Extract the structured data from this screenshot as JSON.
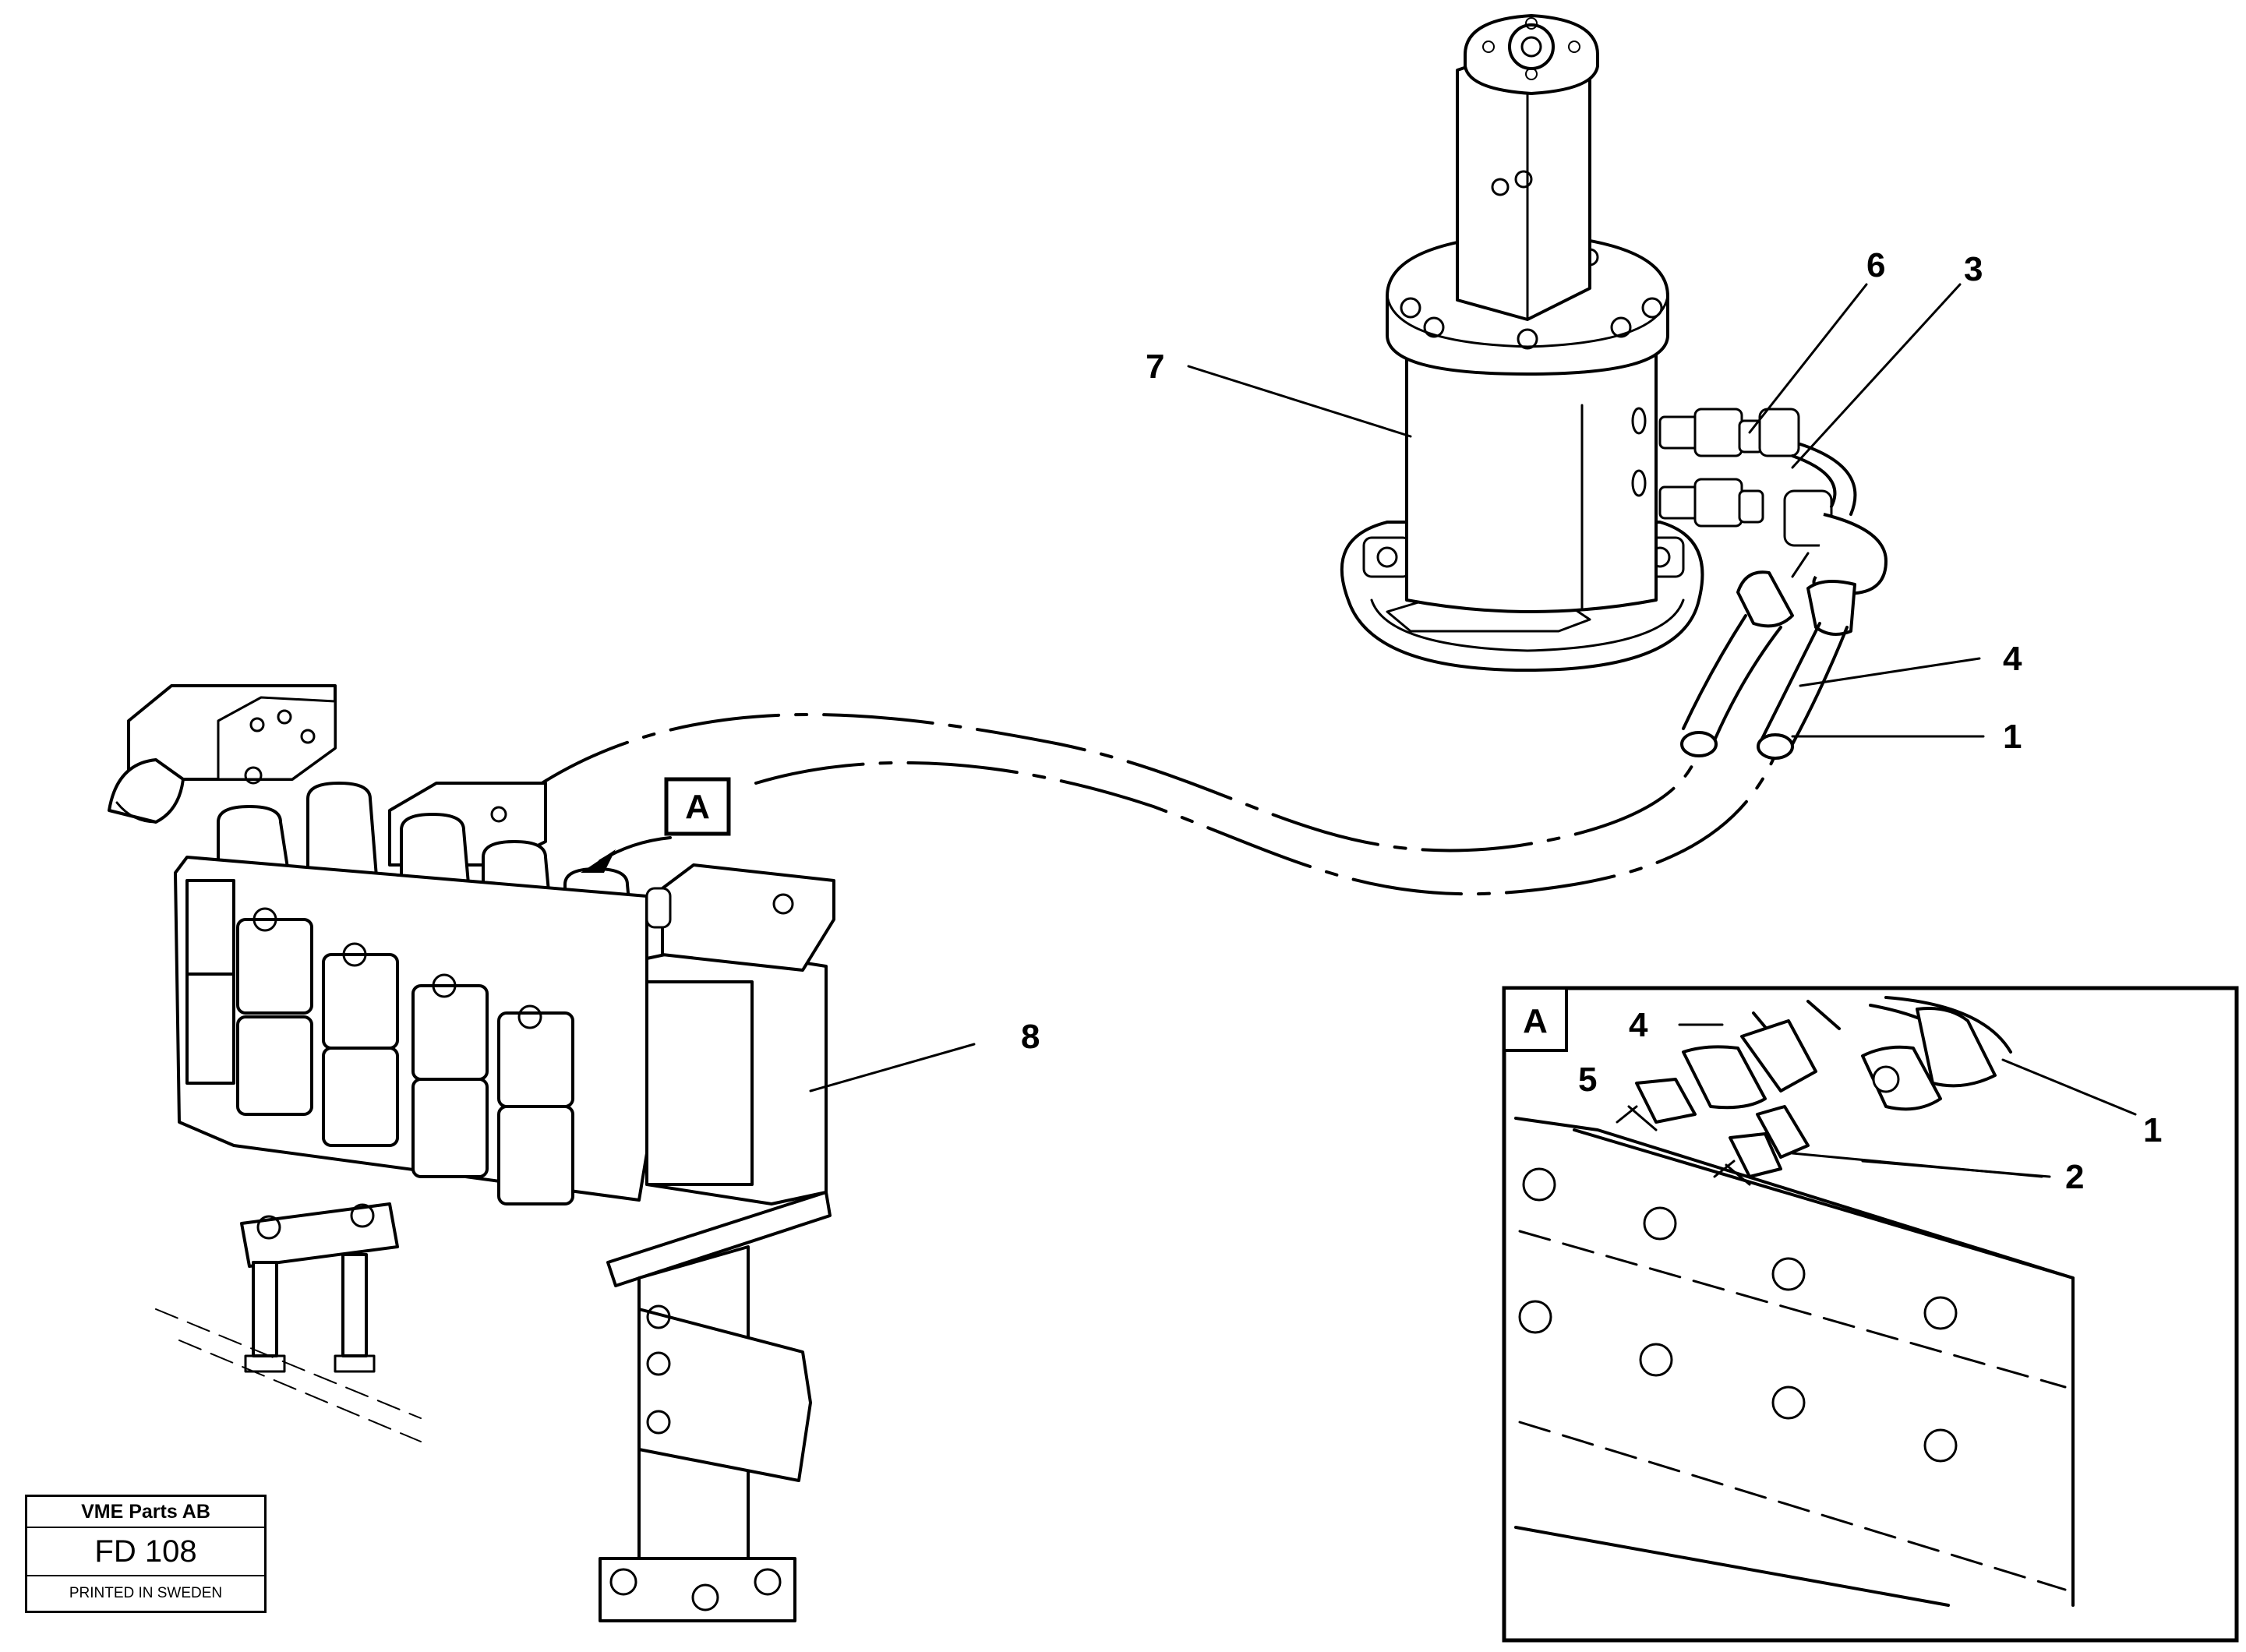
{
  "diagram": {
    "callouts": {
      "c1": "1",
      "c3": "3",
      "c4": "4",
      "c6": "6",
      "c7": "7",
      "c8": "8"
    },
    "detail_ref": "A",
    "detail": {
      "tag": "A",
      "callouts": {
        "c1": "1",
        "c2": "2",
        "c4": "4",
        "c5": "5"
      }
    }
  },
  "title_block": {
    "company": "VME Parts AB",
    "code": "FD 108",
    "printed": "PRINTED IN SWEDEN"
  }
}
